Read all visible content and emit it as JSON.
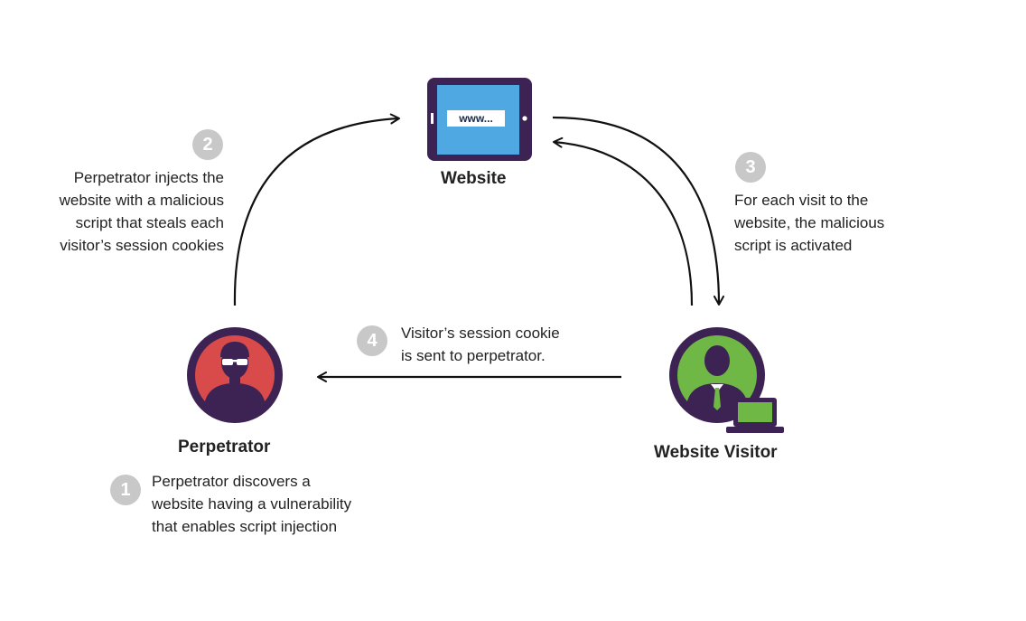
{
  "colors": {
    "accent_purple": "#3d2353",
    "perpetrator_red": "#d94a4a",
    "visitor_green": "#6fb845",
    "screen_blue": "#4fa8e2",
    "badge_gray": "#c8c8c8",
    "arrow_black": "#111111"
  },
  "website": {
    "title": "Website",
    "url_text": "www..."
  },
  "perpetrator": {
    "title": "Perpetrator"
  },
  "visitor": {
    "title": "Website Visitor"
  },
  "steps": [
    {
      "number": "1",
      "lines": [
        "Perpetrator discovers a",
        "website having a vulnerability",
        "that enables script injection"
      ]
    },
    {
      "number": "2",
      "lines": [
        "Perpetrator injects the",
        "website with a malicious",
        "script that steals each",
        "visitor’s session cookies"
      ]
    },
    {
      "number": "3",
      "lines": [
        "For each visit to the",
        "website, the malicious",
        "script is activated"
      ]
    },
    {
      "number": "4",
      "lines": [
        "Visitor’s session cookie",
        "is sent to perpetrator."
      ]
    }
  ]
}
